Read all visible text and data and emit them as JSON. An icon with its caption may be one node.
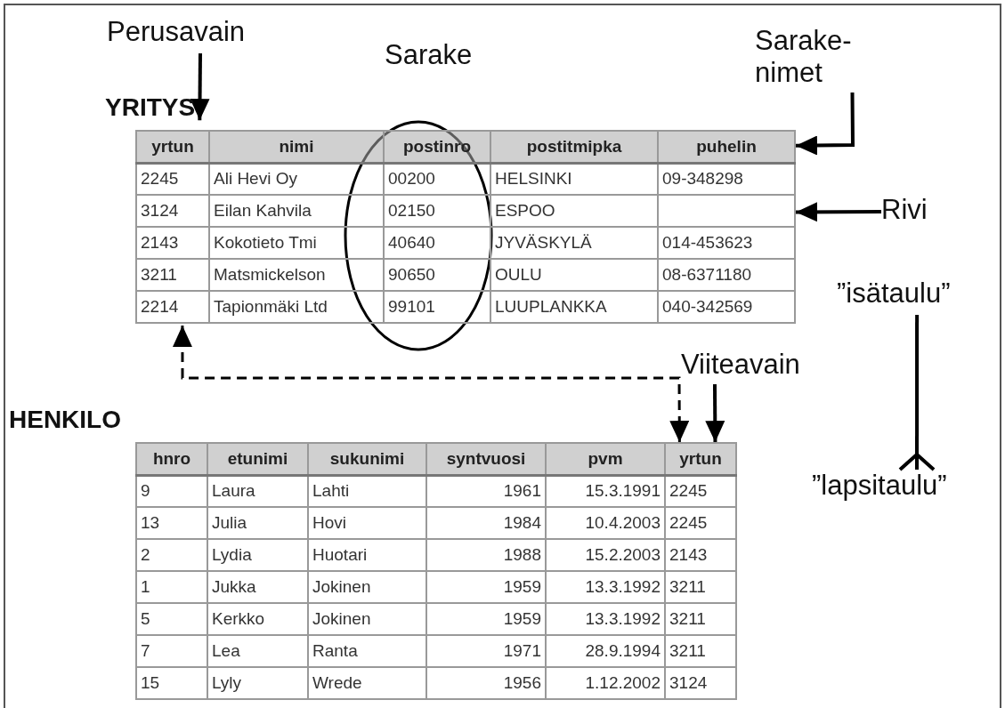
{
  "diagram": {
    "nodes": [
      {
        "text": [
          "Perusavain"
        ]
      },
      {
        "text": [
          "Sarake- nimet"
        ]
      },
      {
        "text": [
          "YRITYS"
        ]
      },
      {
        "text": [
          "Rivi"
        ]
      },
      {
        "text": [
          "”isätaulu”"
        ]
      },
      {
        "text": [
          "Viiteavain"
        ]
      },
      {
        "text": [
          "HENKILO"
        ]
      },
      {
        "text": [
          "”lapsitaulu”"
        ]
      }
    ],
    "edges": [
      {
        "from": 0,
        "to": 2,
        "arrow": "to"
      },
      {
        "from": 1,
        "to": 2,
        "arrow": "to"
      },
      {
        "from": 3,
        "to": 2,
        "arrow": "to"
      },
      {
        "from": 5,
        "to": 6,
        "arrow": "to"
      },
      {
        "from": 6,
        "to": 2,
        "arrow": "both",
        "style": "dashed"
      },
      {
        "from": 4,
        "to": 7,
        "arrow": "other"
      }
    ],
    "labels": [
      "Sarake",
      "yrtun",
      "nimi",
      "postinro",
      "postitmipka",
      "puhelin",
      "2245",
      "Ali Hevi Oy",
      "00200",
      "HELSINKI",
      "09-348298",
      "3124",
      "Eilan Kahvila",
      "02150",
      "ESPOO",
      "2143",
      "Kokotieto Tmi",
      "40640",
      "JYVÄSKYLÄ",
      "014-453623",
      "3211",
      "Matsmickelson",
      "90650",
      "OULU",
      "08-6371180",
      "2214",
      "Tapionmäki Ltd",
      "99101",
      "LUUPLANKKA",
      "040-342569",
      "hnro",
      "etunimi",
      "sukunimi",
      "syntvuosi",
      "pvm",
      "yrtun",
      "9",
      "Laura",
      "Lahti",
      "1961",
      "15.3.1991",
      "2245",
      "13",
      "Julia",
      "Hovi",
      "1984",
      "10.4.2003",
      "2245",
      "2",
      "Lydia",
      "Huotari",
      "1988",
      "15.2.2003",
      "2143",
      "1",
      "Jukka",
      "Jokinen",
      "1959",
      "13.3.1992",
      "3211",
      "5",
      "Kerkko",
      "Jokinen",
      "1959",
      "13.3.1992",
      "3211",
      "7",
      "Lea",
      "Ranta",
      "1971",
      "28.9.1994",
      "3211",
      "15",
      "Lyly",
      "Wrede",
      "1956",
      "1.12.2002",
      "3124"
    ]
  }
}
